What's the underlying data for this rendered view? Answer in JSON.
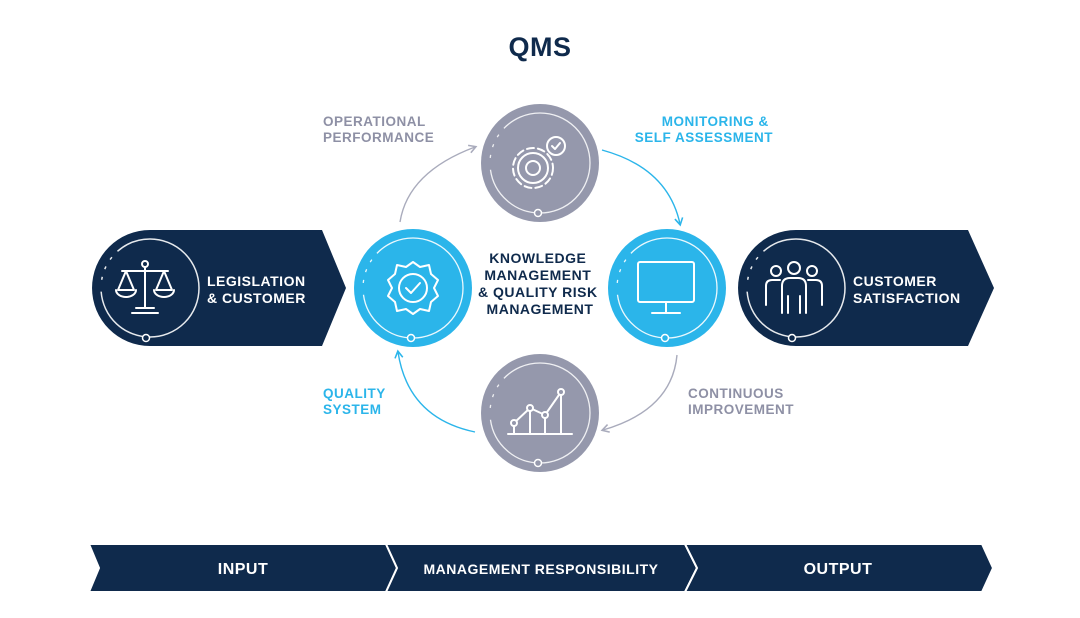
{
  "title": "QMS",
  "center": {
    "lines": [
      "KNOWLEDGE",
      "MANAGEMENT",
      "& QUALITY RISK",
      "MANAGEMENT"
    ]
  },
  "input_block": {
    "lines": [
      "LEGISLATION",
      "& CUSTOMER"
    ],
    "icon": "scales-icon"
  },
  "output_block": {
    "lines": [
      "CUSTOMER",
      "SATISFACTION"
    ],
    "icon": "people-icon"
  },
  "cycle": {
    "top": {
      "icon": "gear-check-icon",
      "label": [
        "OPERATIONAL",
        "PERFORMANCE"
      ]
    },
    "right": {
      "icon": "monitor-icon",
      "label": [
        "MONITORING &",
        "SELF ASSESSMENT"
      ]
    },
    "bottom": {
      "icon": "chart-icon",
      "label": [
        "CONTINUOUS",
        "IMPROVEMENT"
      ]
    },
    "left": {
      "icon": "badge-check-icon",
      "label": [
        "QUALITY",
        "SYSTEM"
      ]
    }
  },
  "bottom_bar": [
    "INPUT",
    "MANAGEMENT RESPONSIBILITY",
    "OUTPUT"
  ],
  "colors": {
    "navy": "#0f2a4c",
    "cyan": "#2bb5ea",
    "grey": "#9598ac",
    "label_grey": "#8e90a5"
  }
}
